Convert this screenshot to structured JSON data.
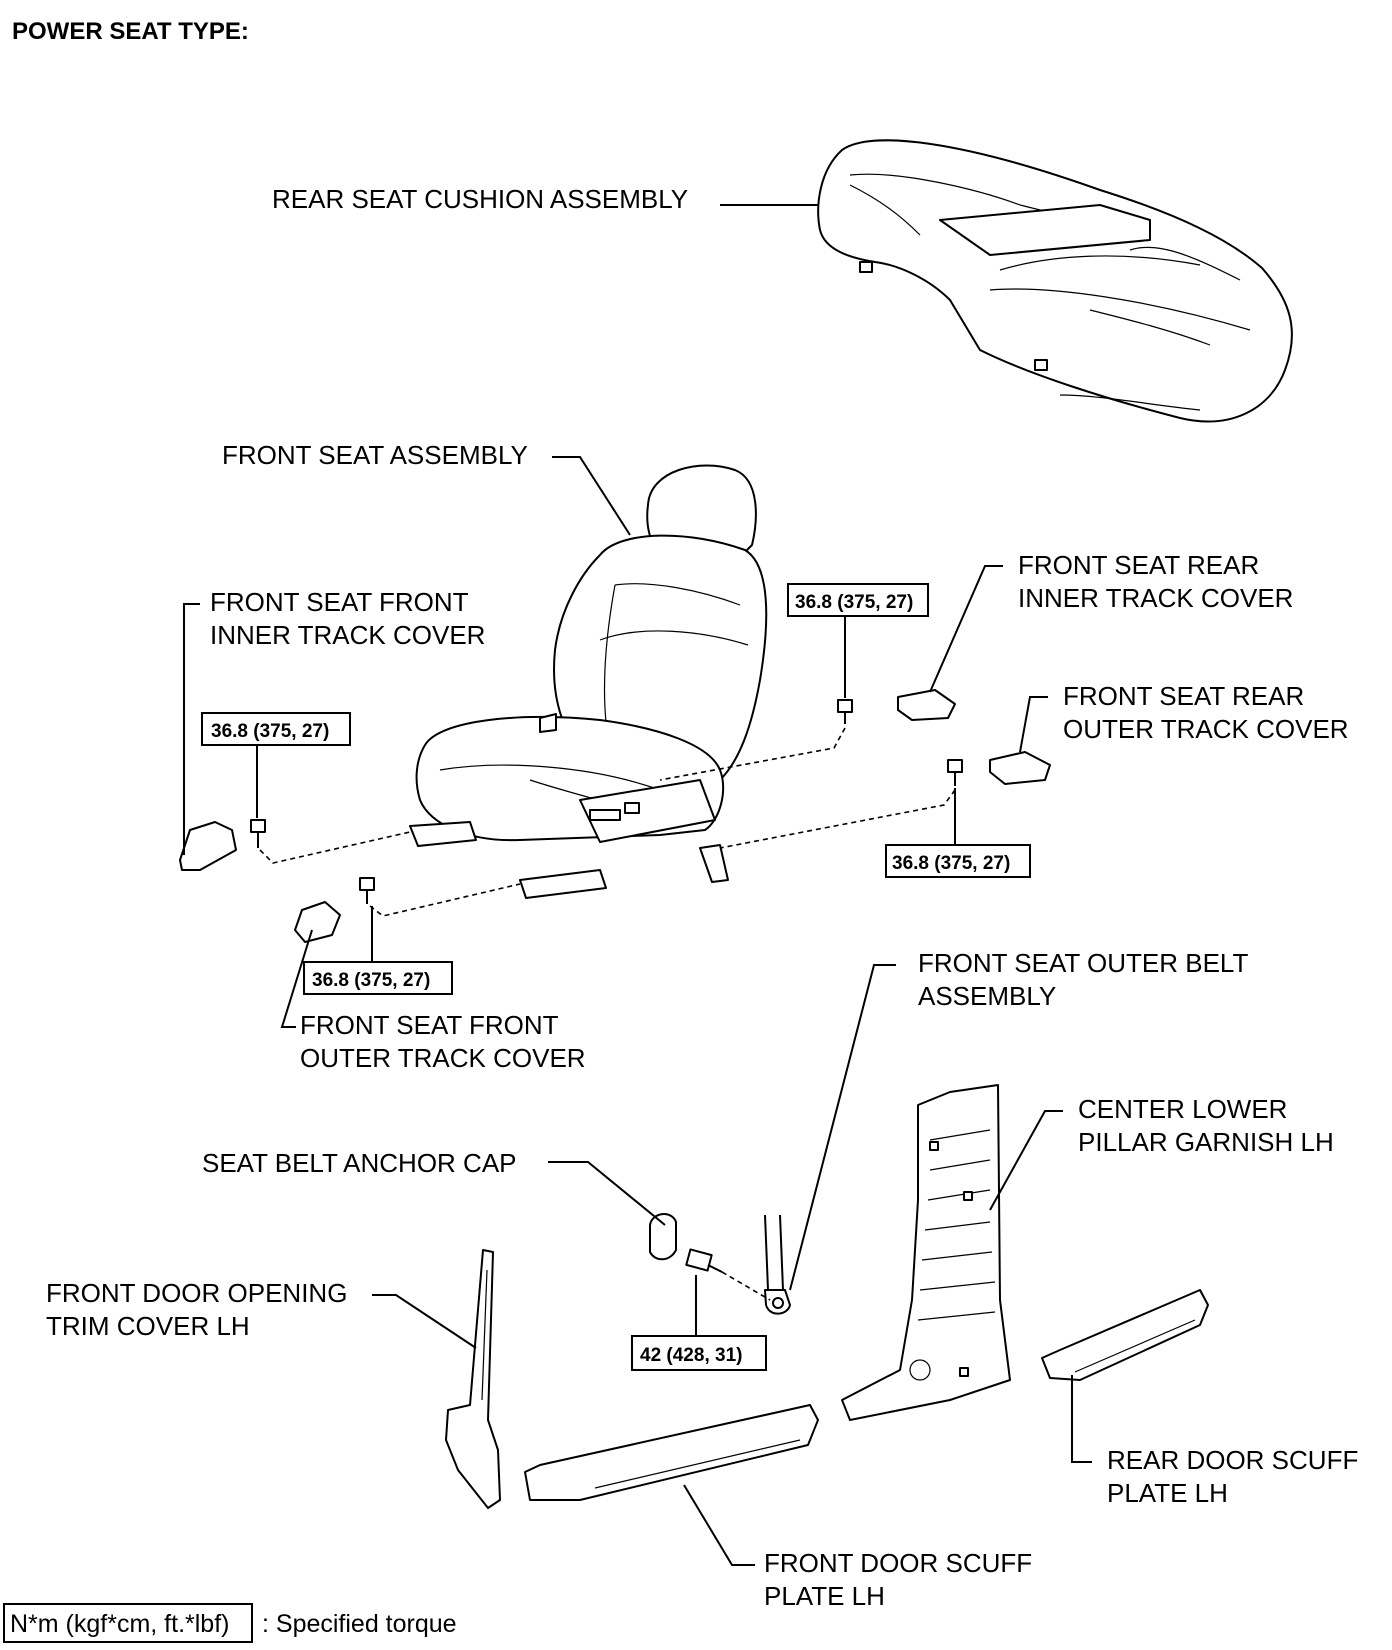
{
  "title": "POWER SEAT TYPE:",
  "labels": {
    "rear_seat_cushion": "REAR SEAT CUSHION ASSEMBLY",
    "front_seat_assembly": "FRONT SEAT ASSEMBLY",
    "front_inner_cover_1": "FRONT SEAT FRONT",
    "front_inner_cover_2": "INNER TRACK COVER",
    "rear_inner_cover_1": "FRONT SEAT REAR",
    "rear_inner_cover_2": "INNER TRACK COVER",
    "rear_outer_cover_1": "FRONT SEAT REAR",
    "rear_outer_cover_2": "OUTER TRACK COVER",
    "front_outer_cover_1": "FRONT SEAT FRONT",
    "front_outer_cover_2": "OUTER TRACK COVER",
    "outer_belt_1": "FRONT SEAT OUTER BELT",
    "outer_belt_2": "ASSEMBLY",
    "pillar_garnish_1": "CENTER LOWER",
    "pillar_garnish_2": "PILLAR GARNISH LH",
    "anchor_cap": "SEAT BELT ANCHOR CAP",
    "door_trim_1": "FRONT DOOR OPENING",
    "door_trim_2": "TRIM COVER LH",
    "rear_scuff_1": "REAR DOOR SCUFF",
    "rear_scuff_2": "PLATE LH",
    "front_scuff_1": "FRONT DOOR SCUFF",
    "front_scuff_2": "PLATE LH"
  },
  "torque": {
    "seat_bolt_a": "36.8 (375, 27)",
    "seat_bolt_b": "36.8 (375, 27)",
    "seat_bolt_c": "36.8 (375, 27)",
    "seat_bolt_d": "36.8 (375, 27)",
    "belt_anchor_bolt": "42 (428, 31)"
  },
  "legend": {
    "unit": "N*m (kgf*cm, ft.*lbf)",
    "description": ": Specified torque"
  }
}
